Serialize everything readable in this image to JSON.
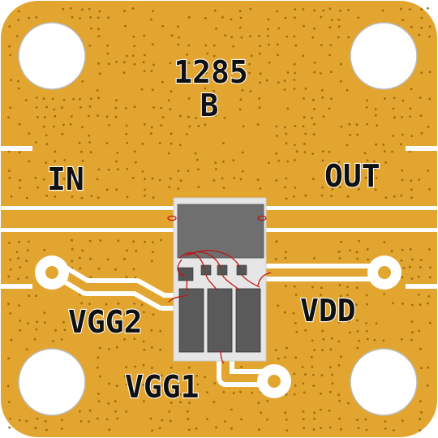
{
  "board": {
    "part_number": "1285",
    "revision": "B"
  },
  "ports": {
    "input": "IN",
    "output": "OUT",
    "vdd": "VDD",
    "vgg2": "VGG2",
    "vgg1": "VGG1"
  },
  "colors": {
    "substrate": "#e2a52f",
    "via": "#a26c0e",
    "trace": "#ffffff",
    "die_frame": "#e6e6e6",
    "die": "#6f6f6f",
    "cap": "#5a5a5a",
    "wire": "#bb1717",
    "text": "#111111"
  }
}
